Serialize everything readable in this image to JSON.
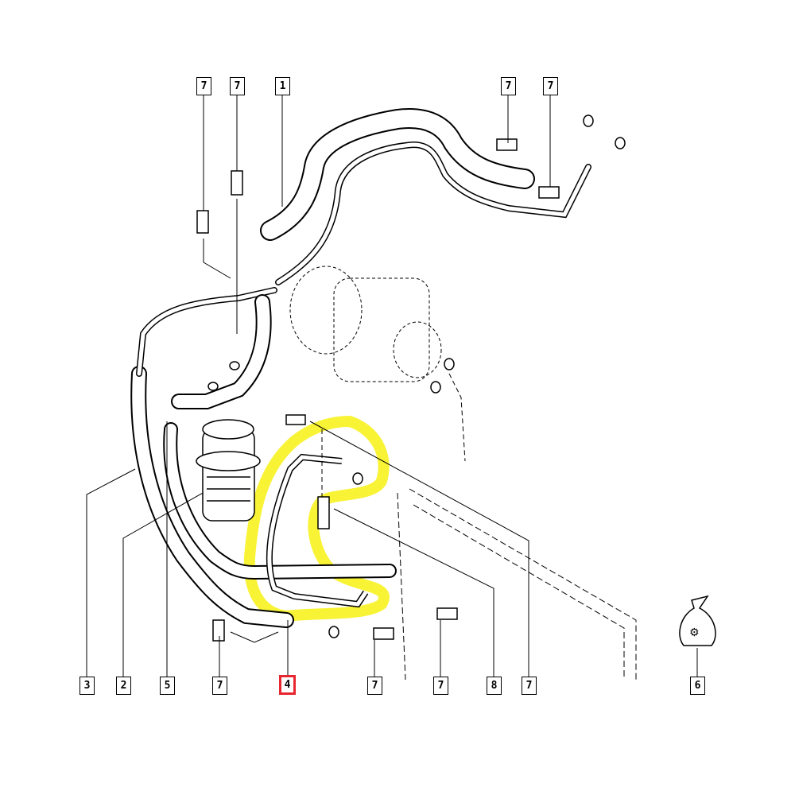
{
  "diagram": {
    "highlight_color": "#f7f21f",
    "selected_color": "#e8262f",
    "callouts_top": [
      {
        "id": "c-top-1",
        "label": "7"
      },
      {
        "id": "c-top-2",
        "label": "7"
      },
      {
        "id": "c-top-3",
        "label": "1"
      },
      {
        "id": "c-top-4",
        "label": "7"
      },
      {
        "id": "c-top-5",
        "label": "7"
      }
    ],
    "callouts_bottom": [
      {
        "id": "c-bot-1",
        "label": "3"
      },
      {
        "id": "c-bot-2",
        "label": "2"
      },
      {
        "id": "c-bot-3",
        "label": "5"
      },
      {
        "id": "c-bot-4",
        "label": "7"
      },
      {
        "id": "c-bot-5",
        "label": "4",
        "selected": true
      },
      {
        "id": "c-bot-6",
        "label": "7"
      },
      {
        "id": "c-bot-7",
        "label": "7"
      },
      {
        "id": "c-bot-8",
        "label": "8"
      },
      {
        "id": "c-bot-9",
        "label": "7"
      },
      {
        "id": "c-bot-10",
        "label": "6"
      }
    ]
  }
}
